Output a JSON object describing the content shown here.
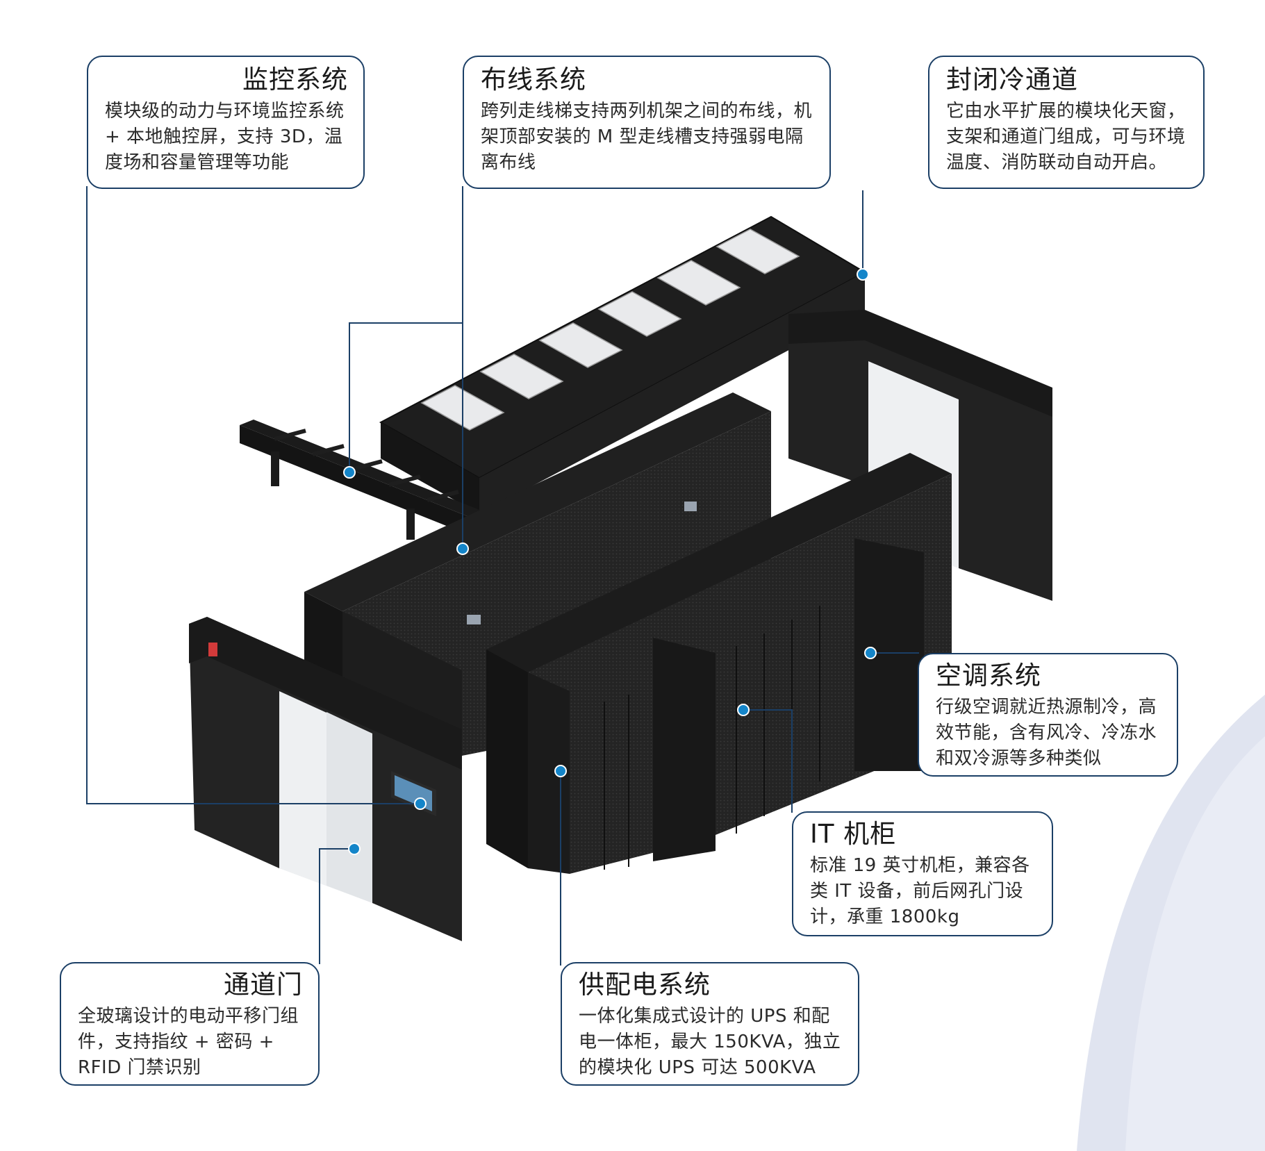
{
  "callouts": {
    "monitoring": {
      "title": "监控系统",
      "body": "模块级的动力与环境监控系统 + 本地触控屏，支持 3D，温度场和容量管理等功能"
    },
    "cabling": {
      "title": "布线系统",
      "body": "跨列走线梯支持两列机架之间的布线，机架顶部安装的 M 型走线槽支持强弱电隔离布线"
    },
    "cold_aisle": {
      "title": "封闭冷通道",
      "body": "它由水平扩展的模块化天窗，支架和通道门组成，可与环境温度、消防联动自动开启。"
    },
    "cooling": {
      "title": "空调系统",
      "body": "行级空调就近热源制冷，高效节能，含有风冷、冷冻水和双冷源等多种类似"
    },
    "it_cabinet": {
      "title": "IT 机柜",
      "body": "标准 19 英寸机柜，兼容各类 IT 设备，前后网孔门设计，承重 1800kg"
    },
    "power": {
      "title": "供配电系统",
      "body": "一体化集成式设计的 UPS 和配电一体柜，最大 150KVA，独立的模块化 UPS 可达 500KVA"
    },
    "door": {
      "title": "通道门",
      "body": "全玻璃设计的电动平移门组件，支持指纹 + 密码 + RFID 门禁识别"
    }
  },
  "colors": {
    "outline": "#1b3f66",
    "dot": "#1485c9",
    "cabinet": "#262626",
    "cabinet_dark": "#141414",
    "glass": "#eef0f2",
    "decor": "#dfe3ef"
  }
}
